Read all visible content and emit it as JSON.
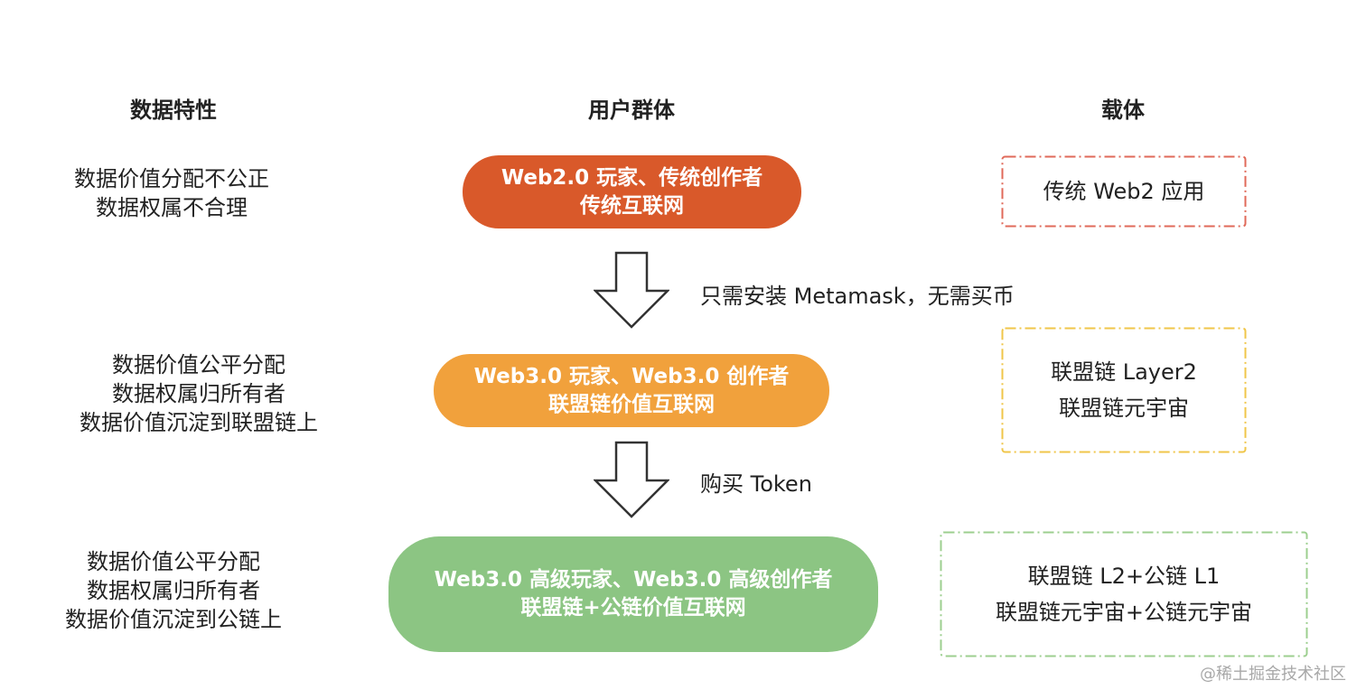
{
  "headers": {
    "data_features": "数据特性",
    "user_groups": "用户群体",
    "carrier": "载体"
  },
  "rows": [
    {
      "features": [
        "数据价值分配不公正",
        "数据权属不合理"
      ],
      "group": [
        "Web2.0 玩家、传统创作者",
        "传统互联网"
      ],
      "group_color": "#d9592a",
      "carrier": [
        "传统 Web2 应用"
      ],
      "carrier_border": "#e06a5a"
    },
    {
      "features": [
        "数据价值公平分配",
        "数据权属归所有者",
        "数据价值沉淀到联盟链上"
      ],
      "group": [
        "Web3.0 玩家、Web3.0 创作者",
        "联盟链价值互联网"
      ],
      "group_color": "#f1a13c",
      "carrier": [
        "联盟链 Layer2",
        "联盟链元宇宙"
      ],
      "carrier_border": "#f0c64a"
    },
    {
      "features": [
        "数据价值公平分配",
        "数据权属归所有者",
        "数据价值沉淀到公链上"
      ],
      "group": [
        "Web3.0 高级玩家、Web3.0 高级创作者",
        "联盟链+公链价值互联网"
      ],
      "group_color": "#8cc583",
      "carrier": [
        "联盟链 L2+公链 L1",
        "联盟链元宇宙+公链元宇宙"
      ],
      "carrier_border": "#9ccf8f"
    }
  ],
  "transitions": [
    {
      "label": "只需安装 Metamask，无需买币"
    },
    {
      "label": "购买 Token"
    }
  ],
  "watermark": "@稀土掘金技术社区"
}
